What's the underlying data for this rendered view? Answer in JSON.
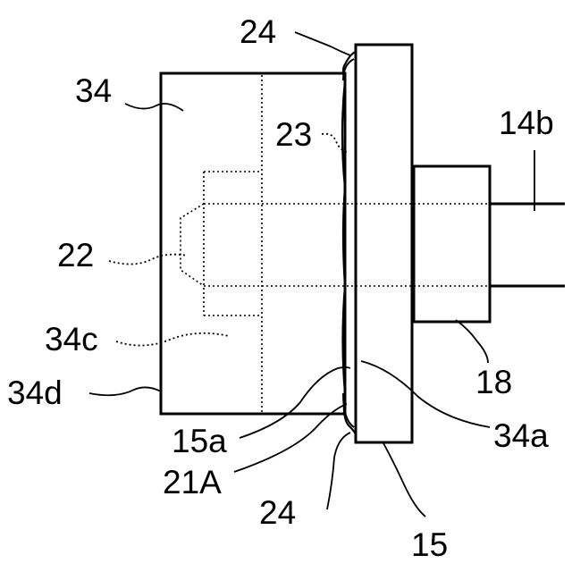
{
  "labels": {
    "l24_top": "24",
    "l34": "34",
    "l23": "23",
    "l14b": "14b",
    "l22": "22",
    "l34c": "34c",
    "l18": "18",
    "l34d": "34d",
    "l15a": "15a",
    "l34a": "34a",
    "l21A": "21A",
    "l24_bottom": "24",
    "l15": "15"
  }
}
